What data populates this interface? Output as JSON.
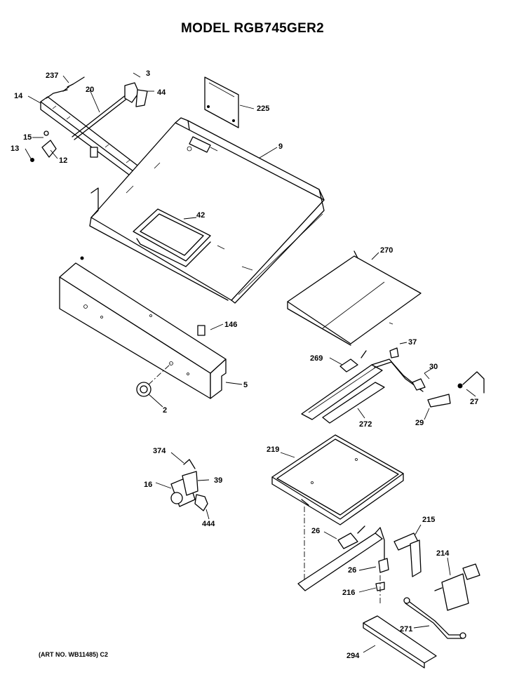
{
  "title": "MODEL RGB745GER2",
  "art_number": "(ART NO. WB11485) C2",
  "callouts": {
    "c237": "237",
    "c3": "3",
    "c14": "14",
    "c20": "20",
    "c44": "44",
    "c225": "225",
    "c15": "15",
    "c13": "13",
    "c12": "12",
    "c9": "9",
    "c42": "42",
    "c270": "270",
    "c146": "146",
    "c5": "5",
    "c2": "2",
    "c37": "37",
    "c269": "269",
    "c30": "30",
    "c27": "27",
    "c29": "29",
    "c272": "272",
    "c374": "374",
    "c39": "39",
    "c16": "16",
    "c444": "444",
    "c219": "219",
    "c26a": "26",
    "c215": "215",
    "c26b": "26",
    "c214": "214",
    "c216": "216",
    "c271": "271",
    "c294": "294"
  }
}
